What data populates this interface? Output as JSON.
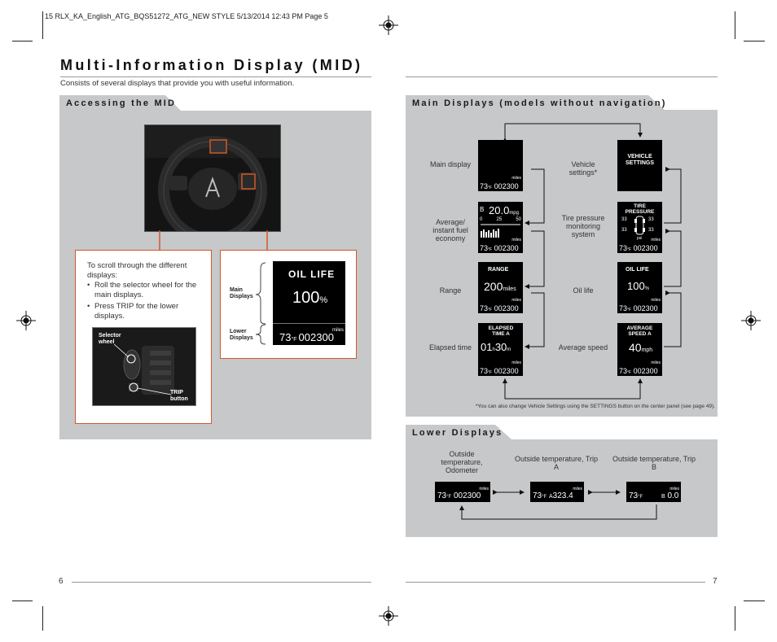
{
  "slug": "15 RLX_KA_English_ATG_BQS51272_ATG_NEW STYLE  5/13/2014  12:43 PM  Page 5",
  "left_page": {
    "title": "Multi-Information Display (MID)",
    "subtitle": "Consists of several displays that provide you with useful information.",
    "page_number": "6",
    "accessing": {
      "tab": "Accessing the MID",
      "intro": "To scroll through the different displays:",
      "bullets": [
        "Roll the selector wheel for the main displays.",
        "Press TRIP for the lower displays."
      ],
      "selector_label": "Selector wheel",
      "trip_label": "TRIP button",
      "main_displays_label": "Main Displays",
      "lower_displays_label": "Lower Displays",
      "screen_oil_life": "OIL LIFE",
      "screen_value": "100",
      "screen_percent": "%",
      "screen_temp": "73",
      "screen_temp_unit": "°F",
      "screen_odometer": "002300",
      "screen_units": "miles"
    }
  },
  "right_page": {
    "page_number": "7",
    "main_displays": {
      "tab": "Main Displays (models without navigation)",
      "footnote": "*You can also change Vehicle Settings using the SETTINGS button on the center panel (see page 49).",
      "left_labels": [
        "Main display",
        "Average/ instant fuel economy",
        "Range",
        "Elapsed time"
      ],
      "right_labels": [
        "Vehicle settings*",
        "Tire pressure monitoring system",
        "Oil life",
        "Average speed"
      ],
      "bottom_temp": "73",
      "bottom_temp_unit": "°F",
      "bottom_odo": "002300",
      "bottom_units": "miles",
      "fuel": {
        "trip": "B",
        "value": "20.0",
        "unit": "mpg",
        "scale": [
          "0",
          "25",
          "50"
        ]
      },
      "range": {
        "title": "RANGE",
        "value": "200",
        "unit": "miles"
      },
      "elapsed": {
        "title": "ELAPSED TIME A",
        "hours": "01",
        "h": "h",
        "minutes": "30",
        "m": "m"
      },
      "vehicle": {
        "title": "VEHICLE SETTINGS"
      },
      "tire": {
        "title": "TIRE PRESSURE",
        "values": [
          "33",
          "33",
          "33",
          "33"
        ],
        "unit": "psi"
      },
      "oil": {
        "title": "OIL LIFE",
        "value": "100",
        "unit": "%"
      },
      "speed": {
        "title": "AVERAGE SPEED A",
        "value": "40",
        "unit": "mph"
      }
    },
    "lower_displays": {
      "tab": "Lower Displays",
      "labels": [
        "Outside temperature, Odometer",
        "Outside temperature, Trip A",
        "Outside temperature, Trip B"
      ],
      "units": "miles",
      "screens": [
        {
          "temp": "73",
          "unit": "°F",
          "value": "002300",
          "prefix": ""
        },
        {
          "temp": "73",
          "unit": "°F",
          "value": "323.4",
          "prefix": "A"
        },
        {
          "temp": "73",
          "unit": "°F",
          "value": "0.0",
          "prefix": "B"
        }
      ]
    }
  }
}
